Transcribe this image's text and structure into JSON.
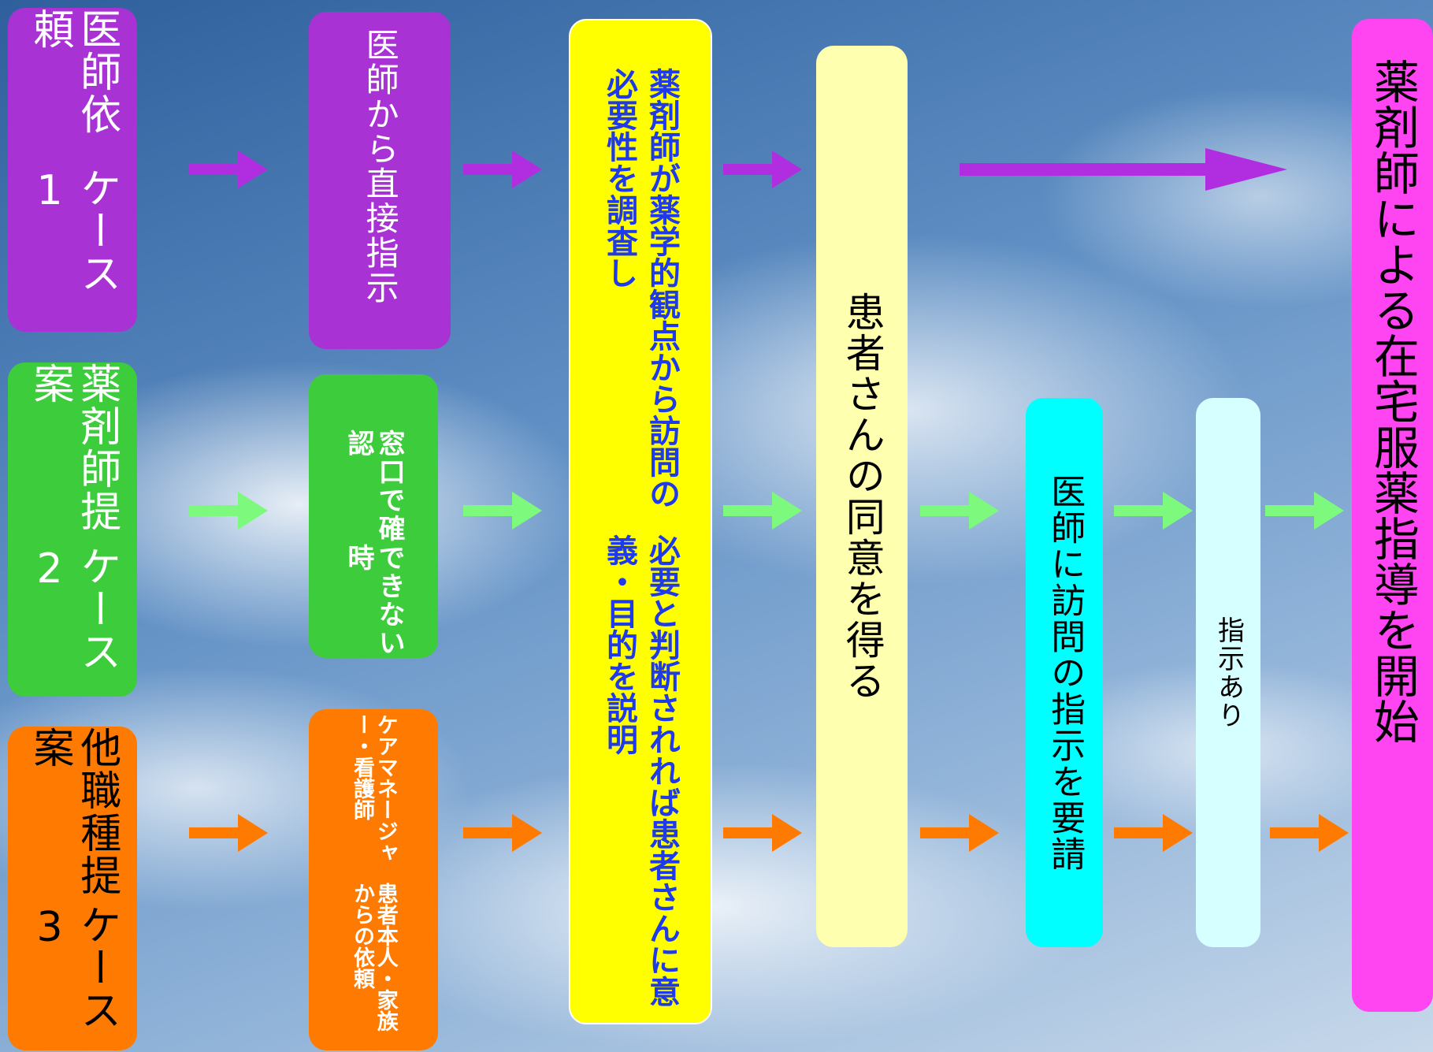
{
  "colors": {
    "case1": "#a832d4",
    "case2": "#3ccc3c",
    "case3": "#ff7a00",
    "center": "#ffff00",
    "consent": "#ffffb0",
    "request": "#00ffff",
    "instructed": "#d6ffff",
    "final": "#ff44f2",
    "arrow_purple": "#b02ee0",
    "arrow_green": "#7dfa7d",
    "arrow_orange": "#ff7a00"
  },
  "case1": {
    "label": "医師依頼",
    "sub": "ケース1",
    "step": "医師から直接指示"
  },
  "case2": {
    "label": "薬剤師提案",
    "sub": "ケース2",
    "step_line1": "窓口で確認",
    "step_line2": "できない時"
  },
  "case3": {
    "label": "他職種提案",
    "sub": "ケース3",
    "step_line1": "ケアマネージャー・看護師",
    "step_line2": "患者本人・家族からの依頼"
  },
  "center": {
    "line1": "薬剤師が薬学的観点から訪問の必要性を調査し",
    "line2": "必要と判断されれば患者さんに意義・目的を説明"
  },
  "consent": "患者さんの同意を得る",
  "request": "医師に訪問の指示を要請",
  "instructed": "指示あり",
  "final": "薬剤師による在宅服薬指導を開始"
}
